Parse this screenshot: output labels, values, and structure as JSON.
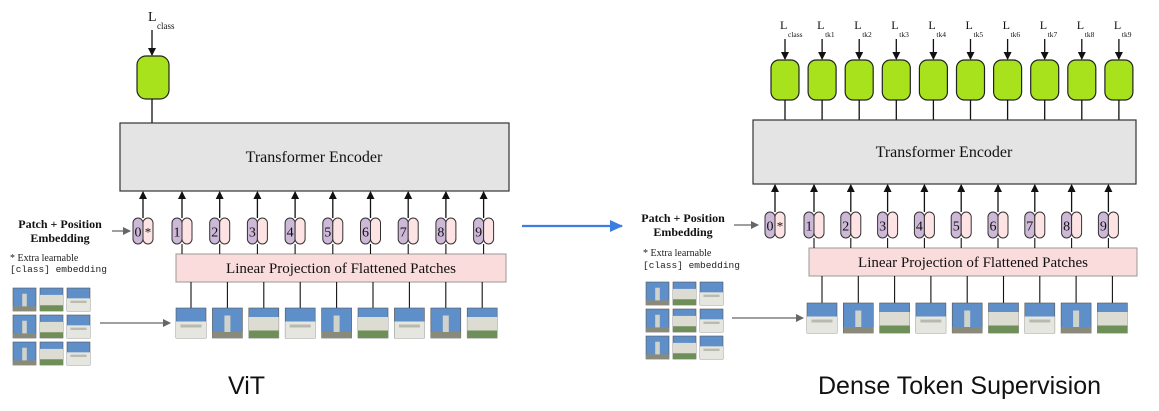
{
  "left_panel": {
    "loss_label": "L",
    "loss_sub": "class",
    "encoder_label": "Transformer Encoder",
    "projection_label": "Linear Projection of Flattened Patches",
    "embedding_label_line1": "Patch + Position",
    "embedding_label_line2": "Embedding",
    "note_line1": "* Extra learnable",
    "note_line2": "[class] embedding",
    "class_token": "0",
    "class_marker": "*",
    "tokens": [
      "1",
      "2",
      "3",
      "4",
      "5",
      "6",
      "7",
      "8",
      "9"
    ],
    "caption": "ViT"
  },
  "right_panel": {
    "loss_labels": [
      {
        "main": "L",
        "sub": "class"
      },
      {
        "main": "L",
        "sub": "tk1"
      },
      {
        "main": "L",
        "sub": "tk2"
      },
      {
        "main": "L",
        "sub": "tk3"
      },
      {
        "main": "L",
        "sub": "tk4"
      },
      {
        "main": "L",
        "sub": "tk5"
      },
      {
        "main": "L",
        "sub": "tk6"
      },
      {
        "main": "L",
        "sub": "tk7"
      },
      {
        "main": "L",
        "sub": "tk8"
      },
      {
        "main": "L",
        "sub": "tk9"
      }
    ],
    "encoder_label": "Transformer Encoder",
    "projection_label": "Linear Projection of Flattened Patches",
    "embedding_label_line1": "Patch + Position",
    "embedding_label_line2": "Embedding",
    "note_line1": "* Extra learnable",
    "note_line2": "[class] embedding",
    "class_token": "0",
    "class_marker": "*",
    "tokens": [
      "1",
      "2",
      "3",
      "4",
      "5",
      "6",
      "7",
      "8",
      "9"
    ],
    "caption": "Dense Token Supervision"
  },
  "colors": {
    "output_head": "#a8e21c",
    "encoder_box": "#e4e4e4",
    "projection_box": "#fbdcdc",
    "class_token_fill": "#cdb8d8",
    "patch_token_fill": "#fde3e3",
    "transition_arrow": "#3b7de0",
    "sky": "#5f8fc8",
    "building": "#e6e6e0"
  }
}
